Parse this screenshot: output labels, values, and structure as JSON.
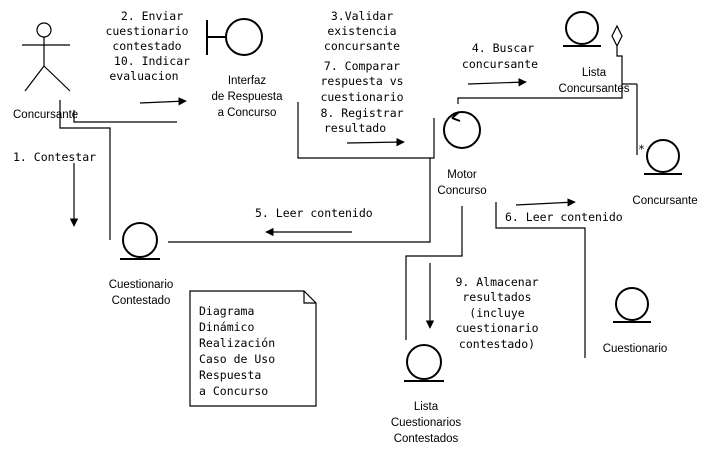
{
  "objects": {
    "concursante_actor": "Concursante",
    "interfaz": [
      "Interfaz",
      "de Respuesta",
      "a Concurso"
    ],
    "motor": [
      "Motor",
      "Concurso"
    ],
    "lista_concursantes": [
      "Lista",
      "Concursantes"
    ],
    "concursante_entity": "Concursante",
    "cuestionario_contestado": [
      "Cuestionario",
      "Contestado"
    ],
    "lista_cuestionarios": [
      "Lista",
      "Cuestionarios",
      "Contestados"
    ],
    "cuestionario": "Cuestionario"
  },
  "messages": {
    "m1": "1. Contestar",
    "m2_10": [
      "2. Enviar",
      "cuestionario",
      "contestado",
      "10. Indicar",
      "evaluacion"
    ],
    "m3_7_8": [
      "3.Validar",
      "existencia",
      "concursante",
      "7. Comparar",
      "respuesta vs",
      "cuestionario",
      "8. Registrar",
      "resultado"
    ],
    "m4": [
      "4. Buscar",
      "concursante"
    ],
    "m5": "5. Leer contenido",
    "m6": "6. Leer contenido",
    "m9": [
      "9. Almacenar",
      "resultados",
      "(incluye",
      "cuestionario",
      "contestado)"
    ]
  },
  "multiplicity": "*",
  "note": [
    "Diagrama",
    "Dinámico",
    "Realización",
    "Caso de Uso",
    "Respuesta",
    "a Concurso"
  ]
}
